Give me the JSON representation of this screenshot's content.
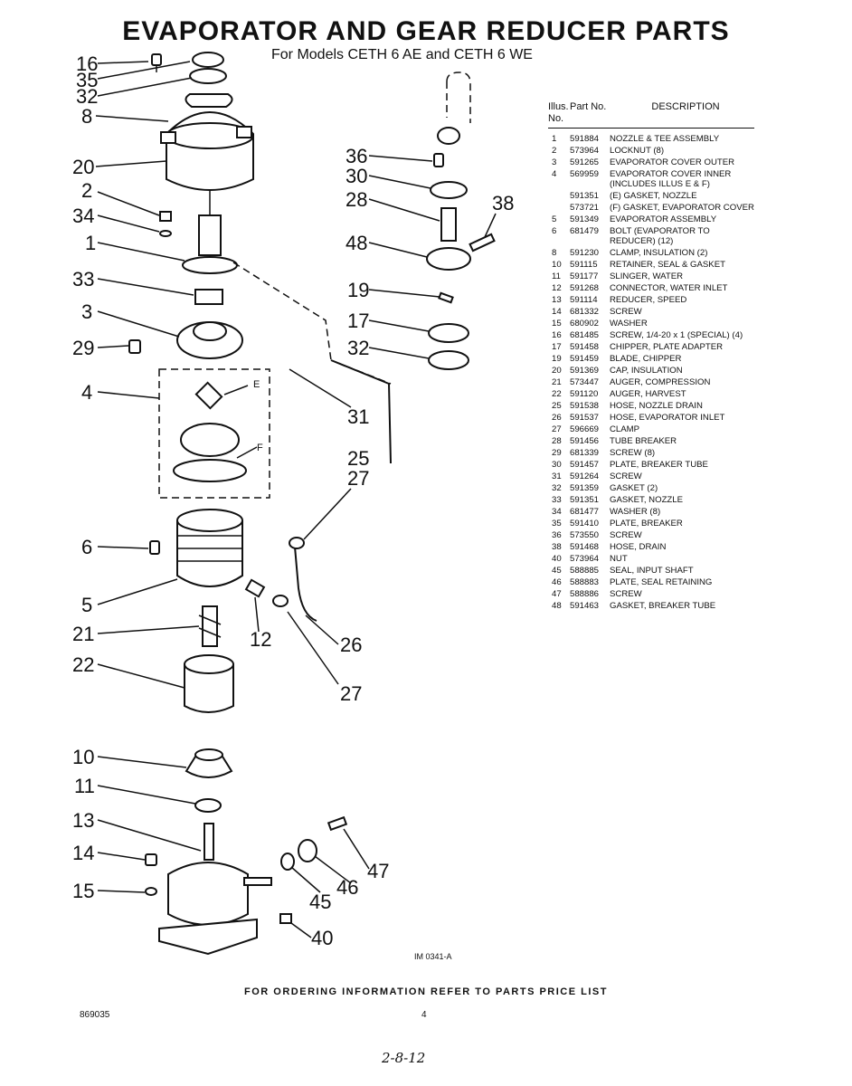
{
  "title": "EVAPORATOR AND GEAR REDUCER PARTS",
  "subtitle": "For Models CETH 6 AE and CETH 6 WE",
  "figure_id": "IM 0341-A",
  "footer": "FOR ORDERING INFORMATION REFER TO PARTS PRICE LIST",
  "doc_number": "869035",
  "page_number": "4",
  "handwritten_note": "2-8-12",
  "callouts": {
    "c16": "16",
    "c35": "35",
    "c32a": "32",
    "c8": "8",
    "c20": "20",
    "c2": "2",
    "c34": "34",
    "c1": "1",
    "c33": "33",
    "c3": "3",
    "c29": "29",
    "c4": "4",
    "c6": "6",
    "c5": "5",
    "c21": "21",
    "c22": "22",
    "c10": "10",
    "c11": "11",
    "c13": "13",
    "c14": "14",
    "c15": "15",
    "c36": "36",
    "c30": "30",
    "c28": "28",
    "c38": "38",
    "c48": "48",
    "c19": "19",
    "c17": "17",
    "c32b": "32",
    "c31": "31",
    "c25": "25",
    "c27a": "27",
    "c12": "12",
    "c26": "26",
    "c27b": "27",
    "c47": "47",
    "c46": "46",
    "c45": "45",
    "c40": "40",
    "cE": "E",
    "cF": "F"
  },
  "table": {
    "col_illus": "Illus. No.",
    "col_part": "Part No.",
    "col_desc": "DESCRIPTION",
    "rows": [
      {
        "no": "1",
        "part": "591884",
        "desc": "NOZZLE & TEE ASSEMBLY"
      },
      {
        "no": "2",
        "part": "573964",
        "desc": "LOCKNUT (8)"
      },
      {
        "no": "3",
        "part": "591265",
        "desc": "EVAPORATOR COVER OUTER"
      },
      {
        "no": "4",
        "part": "569959",
        "desc": "EVAPORATOR COVER INNER (INCLUDES ILLUS E & F)"
      },
      {
        "no": "",
        "part": "591351",
        "desc": "(E) GASKET, NOZZLE"
      },
      {
        "no": "",
        "part": "573721",
        "desc": "(F) GASKET, EVAPORATOR COVER"
      },
      {
        "no": "5",
        "part": "591349",
        "desc": "EVAPORATOR ASSEMBLY"
      },
      {
        "no": "6",
        "part": "681479",
        "desc": "BOLT (EVAPORATOR TO REDUCER) (12)"
      },
      {
        "no": "8",
        "part": "591230",
        "desc": "CLAMP, INSULATION (2)"
      },
      {
        "no": "10",
        "part": "591115",
        "desc": "RETAINER, SEAL & GASKET"
      },
      {
        "no": "11",
        "part": "591177",
        "desc": "SLINGER, WATER"
      },
      {
        "no": "12",
        "part": "591268",
        "desc": "CONNECTOR, WATER INLET"
      },
      {
        "no": "13",
        "part": "591114",
        "desc": "REDUCER, SPEED"
      },
      {
        "no": "14",
        "part": "681332",
        "desc": "SCREW"
      },
      {
        "no": "15",
        "part": "680902",
        "desc": "WASHER"
      },
      {
        "no": "16",
        "part": "681485",
        "desc": "SCREW, 1/4-20 x 1 (SPECIAL) (4)"
      },
      {
        "no": "17",
        "part": "591458",
        "desc": "CHIPPER, PLATE ADAPTER"
      },
      {
        "no": "19",
        "part": "591459",
        "desc": "BLADE, CHIPPER"
      },
      {
        "no": "20",
        "part": "591369",
        "desc": "CAP, INSULATION"
      },
      {
        "no": "21",
        "part": "573447",
        "desc": "AUGER, COMPRESSION"
      },
      {
        "no": "22",
        "part": "591120",
        "desc": "AUGER, HARVEST"
      },
      {
        "no": "25",
        "part": "591538",
        "desc": "HOSE, NOZZLE DRAIN"
      },
      {
        "no": "26",
        "part": "591537",
        "desc": "HOSE, EVAPORATOR INLET"
      },
      {
        "no": "27",
        "part": "596669",
        "desc": "CLAMP"
      },
      {
        "no": "28",
        "part": "591456",
        "desc": "TUBE BREAKER"
      },
      {
        "no": "29",
        "part": "681339",
        "desc": "SCREW (8)"
      },
      {
        "no": "30",
        "part": "591457",
        "desc": "PLATE, BREAKER TUBE"
      },
      {
        "no": "31",
        "part": "591264",
        "desc": "SCREW"
      },
      {
        "no": "32",
        "part": "591359",
        "desc": "GASKET (2)"
      },
      {
        "no": "33",
        "part": "591351",
        "desc": "GASKET, NOZZLE"
      },
      {
        "no": "34",
        "part": "681477",
        "desc": "WASHER (8)"
      },
      {
        "no": "35",
        "part": "591410",
        "desc": "PLATE, BREAKER"
      },
      {
        "no": "36",
        "part": "573550",
        "desc": "SCREW"
      },
      {
        "no": "38",
        "part": "591468",
        "desc": "HOSE, DRAIN"
      },
      {
        "no": "40",
        "part": "573964",
        "desc": "NUT"
      },
      {
        "no": "45",
        "part": "588885",
        "desc": "SEAL, INPUT SHAFT"
      },
      {
        "no": "46",
        "part": "588883",
        "desc": "PLATE, SEAL RETAINING"
      },
      {
        "no": "47",
        "part": "588886",
        "desc": "SCREW"
      },
      {
        "no": "48",
        "part": "591463",
        "desc": "GASKET, BREAKER TUBE"
      }
    ]
  }
}
